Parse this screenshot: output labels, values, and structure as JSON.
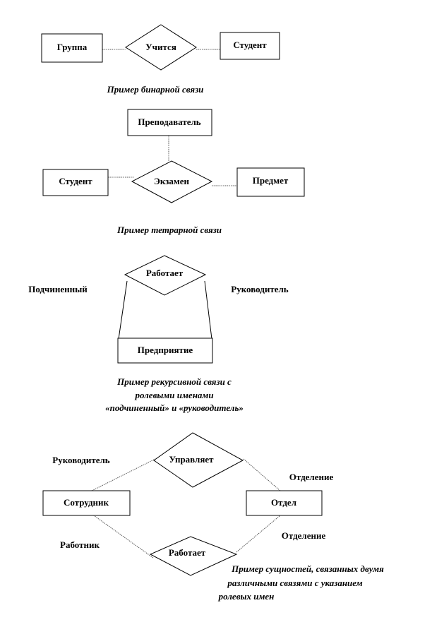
{
  "binary": {
    "entity_left": "Группа",
    "relation": "Учится",
    "entity_right": "Студент",
    "caption": "Пример бинарной связи"
  },
  "ternary": {
    "entity_top": "Преподаватель",
    "entity_left": "Студент",
    "relation": "Экзамен",
    "entity_right": "Предмет",
    "caption": "Пример тетрарной связи"
  },
  "recursive": {
    "relation": "Работает",
    "entity": "Предприятие",
    "role_left": "Подчиненный",
    "role_right": "Руководитель",
    "caption_line1": "Пример рекурсивной связи с",
    "caption_line2": "ролевыми именами",
    "caption_line3": "«подчиненный» и «руководитель»"
  },
  "two_relations": {
    "relation_top": "Управляет",
    "relation_bottom": "Работает",
    "entity_left": "Сотрудник",
    "entity_right": "Отдел",
    "role_top_left": "Руководитель",
    "role_top_right": "Отделение",
    "role_bottom_left": "Работник",
    "role_bottom_right": "Отделение",
    "caption_line1": "Пример сущностей, связанных двумя",
    "caption_line2": "различными связями с указанием",
    "caption_line3": "ролевых имен"
  }
}
